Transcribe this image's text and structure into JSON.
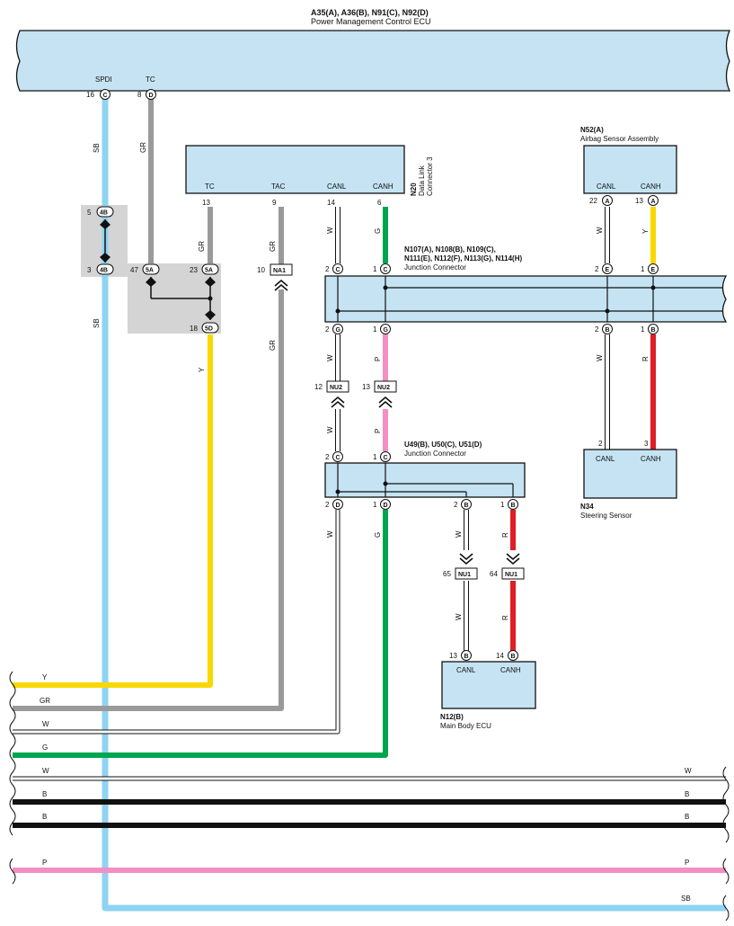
{
  "ecu": {
    "codes": "A35(A), A36(B), N91(C), N92(D)",
    "name": "Power Management Control ECU",
    "pins": [
      {
        "label": "SPDI",
        "num": "16",
        "conn": "C"
      },
      {
        "label": "TC",
        "num": "8",
        "conn": "D"
      }
    ]
  },
  "dlc": {
    "code": "N20",
    "name_line1": "Data Link",
    "name_line2": "Connector 3",
    "pins": [
      {
        "label": "TC",
        "num": "13"
      },
      {
        "label": "TAC",
        "num": "9"
      },
      {
        "label": "CANL",
        "num": "14"
      },
      {
        "label": "CANH",
        "num": "6"
      }
    ]
  },
  "airbag": {
    "code": "N52(A)",
    "name": "Airbag Sensor Assembly",
    "pins": [
      {
        "label": "CANL",
        "num": "22",
        "conn": "A"
      },
      {
        "label": "CANH",
        "num": "13",
        "conn": "A"
      }
    ]
  },
  "jc1": {
    "codes_line1": "N107(A), N108(B), N109(C),",
    "codes_line2": "N111(E), N112(F), N113(G), N114(H)",
    "name": "Junction Connector",
    "top_pins": [
      {
        "num": "2",
        "conn": "C"
      },
      {
        "num": "1",
        "conn": "C"
      },
      {
        "num": "2",
        "conn": "E"
      },
      {
        "num": "1",
        "conn": "E"
      }
    ],
    "bottom_pins": [
      {
        "num": "2",
        "conn": "G"
      },
      {
        "num": "1",
        "conn": "G"
      },
      {
        "num": "2",
        "conn": "B"
      },
      {
        "num": "1",
        "conn": "B"
      }
    ]
  },
  "jc2": {
    "codes": "U49(B), U50(C), U51(D)",
    "name": "Junction Connector",
    "top_pins": [
      {
        "num": "2",
        "conn": "C"
      },
      {
        "num": "1",
        "conn": "C"
      }
    ],
    "bottom_pins": [
      {
        "num": "2",
        "conn": "D"
      },
      {
        "num": "1",
        "conn": "D"
      },
      {
        "num": "2",
        "conn": "B"
      },
      {
        "num": "1",
        "conn": "B"
      }
    ]
  },
  "steering": {
    "code": "N34",
    "name": "Steering Sensor",
    "pins": [
      {
        "label": "CANL",
        "num": "2"
      },
      {
        "label": "CANH",
        "num": "3"
      }
    ]
  },
  "main_body": {
    "code": "N12(B)",
    "name": "Main Body ECU",
    "pins": [
      {
        "label": "CANL",
        "num": "13",
        "conn": "B"
      },
      {
        "label": "CANH",
        "num": "14",
        "conn": "B"
      }
    ]
  },
  "inline_connectors": [
    {
      "num": "5",
      "code": "4B"
    },
    {
      "num": "3",
      "code": "4B"
    },
    {
      "num": "47",
      "code": "5A"
    },
    {
      "num": "23",
      "code": "5A"
    },
    {
      "num": "18",
      "code": "5D"
    },
    {
      "num": "10",
      "code": "NA1"
    },
    {
      "num": "12",
      "code": "NU2"
    },
    {
      "num": "13",
      "code": "NU2"
    },
    {
      "num": "65",
      "code": "NU1"
    },
    {
      "num": "64",
      "code": "NU1"
    }
  ],
  "wire_colors": {
    "SB": "#8fd3f2",
    "GR": "#9a9a9a",
    "Y": "#f9d800",
    "W": "#ffffff",
    "G": "#00a550",
    "P": "#f28fc4",
    "R": "#e01e26",
    "B": "#111111"
  },
  "wire_labels": {
    "sb": "SB",
    "gr": "GR",
    "y": "Y",
    "w": "W",
    "g": "G",
    "p": "P",
    "r": "R",
    "b": "B"
  },
  "bus_lines": [
    {
      "left": "Y",
      "right": ""
    },
    {
      "left": "GR",
      "right": ""
    },
    {
      "left": "W",
      "right": ""
    },
    {
      "left": "G",
      "right": ""
    },
    {
      "left": "W",
      "right": "W"
    },
    {
      "left": "B",
      "right": "B"
    },
    {
      "left": "B",
      "right": "B"
    },
    {
      "left": "P",
      "right": "P"
    },
    {
      "left": "",
      "right": "SB"
    }
  ]
}
